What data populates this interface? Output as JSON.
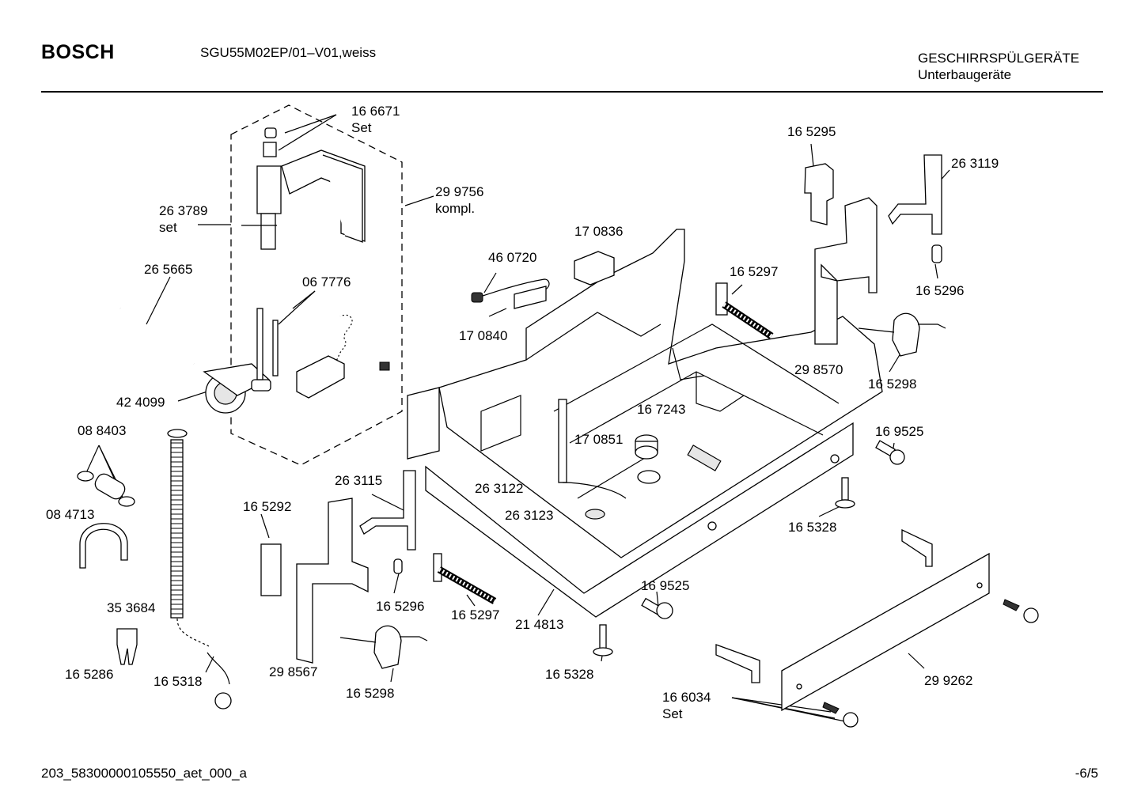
{
  "header": {
    "brand": "BOSCH",
    "model": "SGU55M02EP/01–V01,weiss",
    "category_line1": "GESCHIRRSPÜLGERÄTE",
    "category_line2": "Unterbaugeräte"
  },
  "footer": {
    "code": "203_58300000105550_aet_000_a",
    "page": "-6/5"
  },
  "parts": [
    {
      "id": "p-166671",
      "num": "16 6671",
      "sub": "Set"
    },
    {
      "id": "p-299756",
      "num": "29 9756",
      "sub": "kompl."
    },
    {
      "id": "p-263789",
      "num": "26 3789",
      "sub": "set"
    },
    {
      "id": "p-265665",
      "num": "26 5665"
    },
    {
      "id": "p-067776",
      "num": "06 7776"
    },
    {
      "id": "p-424099",
      "num": "42 4099"
    },
    {
      "id": "p-088403",
      "num": "08 8403"
    },
    {
      "id": "p-084713",
      "num": "08 4713"
    },
    {
      "id": "p-353684",
      "num": "35 3684"
    },
    {
      "id": "p-165286",
      "num": "16 5286"
    },
    {
      "id": "p-165318",
      "num": "16 5318"
    },
    {
      "id": "p-165292",
      "num": "16 5292"
    },
    {
      "id": "p-263115",
      "num": "26 3115"
    },
    {
      "id": "p-298567",
      "num": "29 8567"
    },
    {
      "id": "p-165296b",
      "num": "16 5296"
    },
    {
      "id": "p-165298b",
      "num": "16 5298"
    },
    {
      "id": "p-165297b",
      "num": "16 5297"
    },
    {
      "id": "p-214813",
      "num": "21 4813"
    },
    {
      "id": "p-460720",
      "num": "46 0720"
    },
    {
      "id": "p-170836",
      "num": "17 0836"
    },
    {
      "id": "p-170840",
      "num": "17 0840"
    },
    {
      "id": "p-263122",
      "num": "26 3122"
    },
    {
      "id": "p-263123",
      "num": "26 3123"
    },
    {
      "id": "p-170851",
      "num": "17 0851"
    },
    {
      "id": "p-167243",
      "num": "16 7243"
    },
    {
      "id": "p-165297a",
      "num": "16 5297"
    },
    {
      "id": "p-165295",
      "num": "16 5295"
    },
    {
      "id": "p-263119",
      "num": "26 3119"
    },
    {
      "id": "p-165296a",
      "num": "16 5296"
    },
    {
      "id": "p-298570",
      "num": "29 8570"
    },
    {
      "id": "p-165298a",
      "num": "16 5298"
    },
    {
      "id": "p-169525a",
      "num": "16 9525"
    },
    {
      "id": "p-165328a",
      "num": "16 5328"
    },
    {
      "id": "p-169525b",
      "num": "16 9525"
    },
    {
      "id": "p-165328b",
      "num": "16 5328"
    },
    {
      "id": "p-166034",
      "num": "16 6034",
      "sub": "Set"
    },
    {
      "id": "p-299262",
      "num": "29 9262"
    }
  ]
}
